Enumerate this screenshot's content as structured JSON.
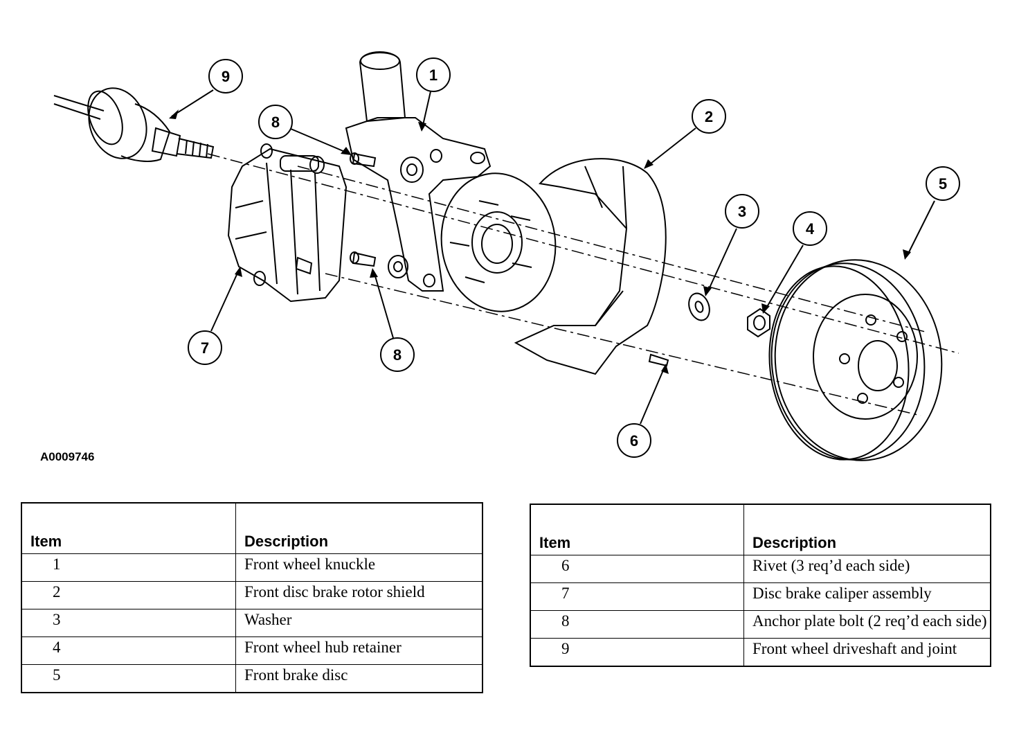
{
  "figure_id": "A0009746",
  "callouts": [
    "1",
    "2",
    "3",
    "4",
    "5",
    "6",
    "7",
    "8",
    "8",
    "9"
  ],
  "legend_left": {
    "header_item": "Item",
    "header_desc": "Description",
    "rows": [
      {
        "item": "1",
        "desc": "Front wheel knuckle"
      },
      {
        "item": "2",
        "desc": "Front disc brake rotor shield"
      },
      {
        "item": "3",
        "desc": "Washer"
      },
      {
        "item": "4",
        "desc": "Front wheel hub retainer"
      },
      {
        "item": "5",
        "desc": "Front brake disc"
      }
    ]
  },
  "legend_right": {
    "header_item": "Item",
    "header_desc": "Description",
    "rows": [
      {
        "item": "6",
        "desc": "Rivet (3 req’d each side)"
      },
      {
        "item": "7",
        "desc": "Disc brake caliper assembly"
      },
      {
        "item": "8",
        "desc": "Anchor plate bolt (2 req’d each side)"
      },
      {
        "item": "9",
        "desc": "Front wheel driveshaft and joint"
      }
    ]
  }
}
